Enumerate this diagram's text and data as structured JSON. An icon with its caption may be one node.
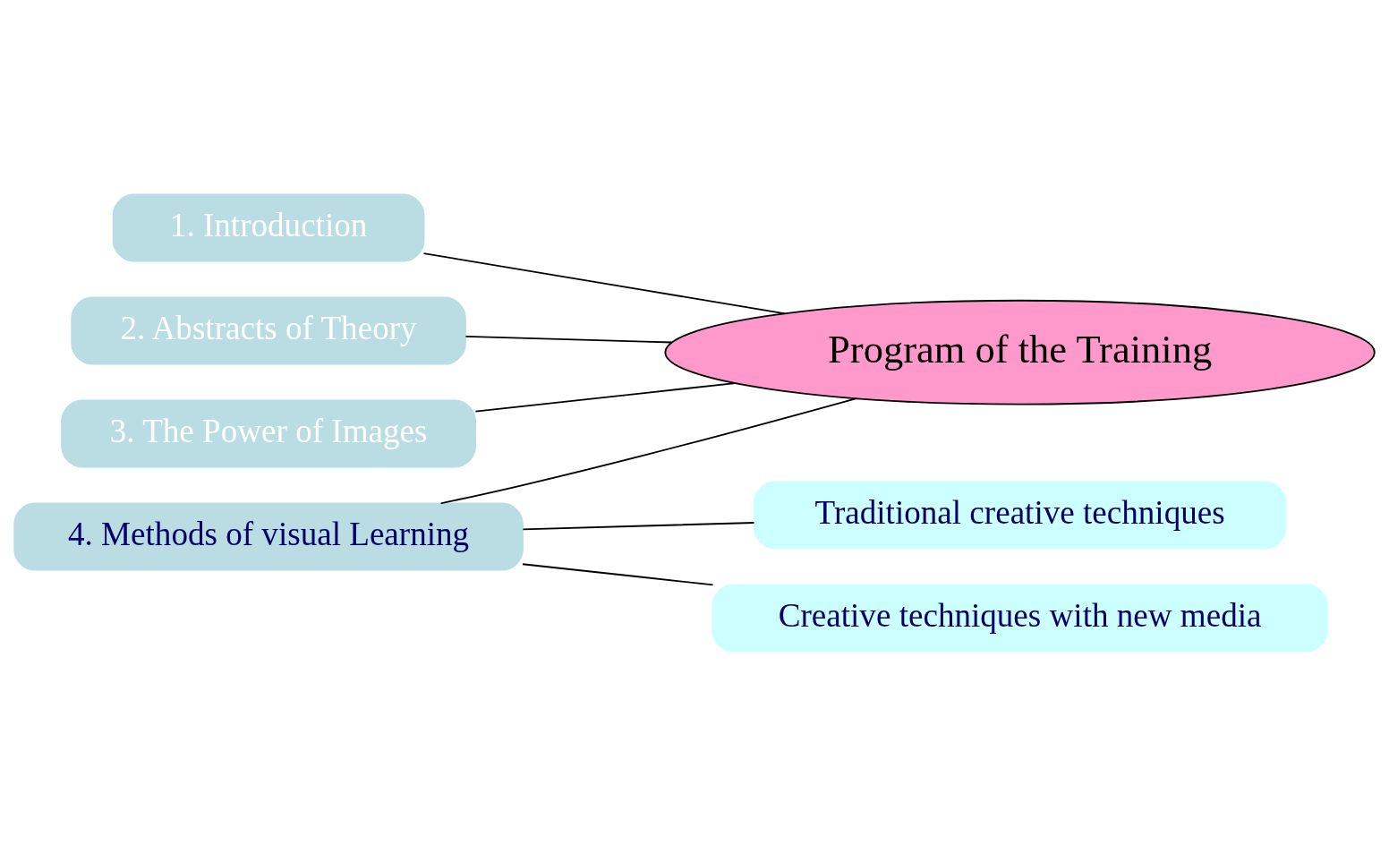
{
  "diagram": {
    "nodes": [
      {
        "text": [
          "Program of the Training"
        ]
      },
      {
        "text": [
          "1. Introduction"
        ]
      },
      {
        "text": [
          "2. Abstracts of Theory"
        ]
      },
      {
        "text": [
          "3. The Power of Images"
        ]
      },
      {
        "text": [
          "4. Methods of visual Learning"
        ]
      },
      {
        "text": [
          "Traditional creative techniques"
        ]
      },
      {
        "text": [
          "Creative techniques with new media"
        ]
      }
    ],
    "edges": [
      {
        "from": 0,
        "to": 1,
        "arrow": "none"
      },
      {
        "from": 0,
        "to": 2,
        "arrow": "none"
      },
      {
        "from": 0,
        "to": 3,
        "arrow": "none"
      },
      {
        "from": 0,
        "to": 4,
        "arrow": "none"
      },
      {
        "from": 4,
        "to": 5,
        "arrow": "none"
      },
      {
        "from": 4,
        "to": 6,
        "arrow": "none"
      }
    ]
  }
}
